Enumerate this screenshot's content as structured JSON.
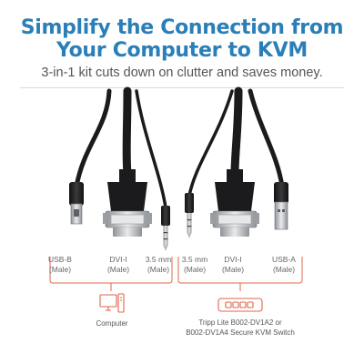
{
  "heading": {
    "line1": "Simplify the Connection from",
    "line2": "Your Computer to KVM",
    "subtitle": "3-in-1 kit cuts down on clutter and saves money."
  },
  "computer_side": {
    "connectors": [
      {
        "name": "USB-B",
        "type": "(Male)"
      },
      {
        "name": "DVI-I",
        "type": "(Male)"
      },
      {
        "name": "3.5 mm",
        "type": "(Male)"
      }
    ],
    "device_icon": "computer-icon",
    "caption": "Computer"
  },
  "kvm_side": {
    "connectors": [
      {
        "name": "3.5 mm",
        "type": "(Male)"
      },
      {
        "name": "DVI-I",
        "type": "(Male)"
      },
      {
        "name": "USB-A",
        "type": "(Male)"
      }
    ],
    "device_icon": "kvm-switch-icon",
    "caption_line1": "Tripp Lite B002-DV1A2 or",
    "caption_line2": "B002-DV1A4 Secure KVM Switch"
  },
  "colors": {
    "title": "#2a7fb8",
    "accent": "#e0664a",
    "cable": "#1b1b1d"
  }
}
